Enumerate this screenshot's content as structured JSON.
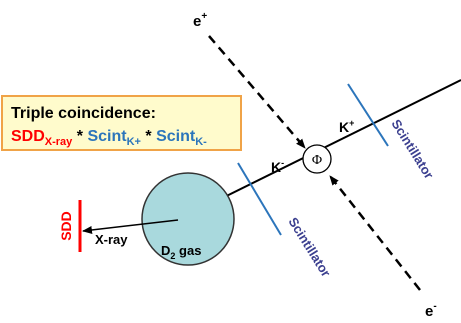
{
  "beams": {
    "positron": {
      "base": "e",
      "sup": "+"
    },
    "electron": {
      "base": "e",
      "sup": "-"
    }
  },
  "particles": {
    "phi": "Φ",
    "k_plus": {
      "base": "K",
      "sup": "+"
    },
    "k_minus": {
      "base": "K",
      "sup": "-"
    }
  },
  "coincidence_box": {
    "title": "Triple coincidence:",
    "term1": {
      "base": "SDD",
      "sub": "X-ray"
    },
    "op": " * ",
    "term2": {
      "base": "Scint",
      "sub": "K+"
    },
    "term3": {
      "base": "Scint",
      "sub": "K-"
    }
  },
  "detectors": {
    "scintillator_upper": "Scintillator",
    "scintillator_lower": "Scintillator",
    "sdd": "SDD"
  },
  "target": {
    "base": "D",
    "sub": "2",
    "rest": " gas"
  },
  "xray_label": "X-ray",
  "colors": {
    "sdd_red": "#ff0000",
    "scint_blue": "#2c75bb",
    "scint_label": "#3b3f8f",
    "box_border": "#f0a347",
    "box_fill": "#fffbcc",
    "target_fill": "#a9d9dd"
  }
}
